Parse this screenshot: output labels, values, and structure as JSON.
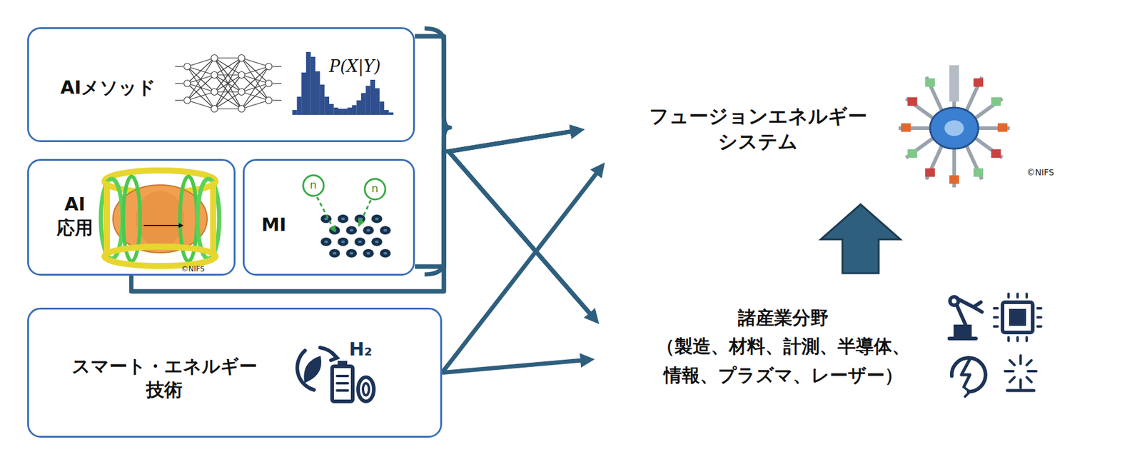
{
  "diagram": {
    "nodes": [
      {
        "text": [
          "AIメソッド"
        ]
      },
      {
        "text": [
          "AI 応用"
        ]
      },
      {
        "text": [
          "MI"
        ]
      },
      {
        "text": [
          "スマート・エネルギー 技術"
        ]
      },
      {
        "text": [
          "フュージョンエネルギー システム"
        ]
      },
      {
        "text": [
          "諸産業分野",
          "（製造、材料、計測、半導体、 情報、プラズマ、レーザー）"
        ]
      }
    ],
    "edges": [
      {
        "from": 0,
        "to": 4,
        "arrow": "to"
      },
      {
        "from": 0,
        "to": 5,
        "arrow": "to"
      },
      {
        "from": 1,
        "to": 4,
        "arrow": "to"
      },
      {
        "from": 1,
        "to": 5,
        "arrow": "to"
      },
      {
        "from": 2,
        "to": 4,
        "arrow": "to"
      },
      {
        "from": 2,
        "to": 5,
        "arrow": "to"
      },
      {
        "from": 3,
        "to": 4,
        "arrow": "to"
      },
      {
        "from": 3,
        "to": 5,
        "arrow": "to"
      },
      {
        "from": 5,
        "to": 4,
        "arrow": "to"
      }
    ],
    "labels": [
      "P(X|Y)",
      "©NIFS",
      "n",
      "n",
      "©NIFS",
      "H₂"
    ]
  }
}
